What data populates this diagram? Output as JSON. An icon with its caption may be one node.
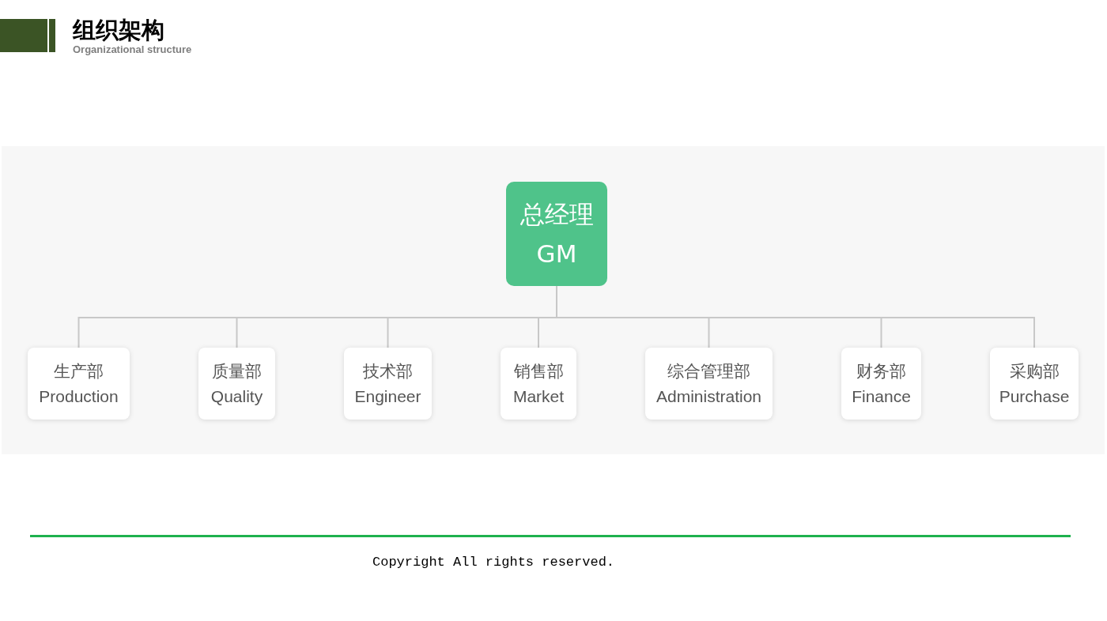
{
  "diagram": {
    "title": "组织架构",
    "nodes": [
      {
        "text": [
          "总经理",
          "GM"
        ]
      },
      {
        "text": [
          "生产部",
          "Production"
        ]
      },
      {
        "text": [
          "质量部",
          "Quality"
        ]
      },
      {
        "text": [
          "技术部",
          "Engineer"
        ]
      },
      {
        "text": [
          "销售部",
          "Market"
        ]
      },
      {
        "text": [
          "综合管理部",
          "Administration"
        ]
      },
      {
        "text": [
          "财务部",
          "Finance"
        ]
      },
      {
        "text": [
          "采购部",
          "Purchase"
        ]
      }
    ],
    "edges": [
      {
        "from": 0,
        "to": 1,
        "arrow": "none"
      },
      {
        "from": 0,
        "to": 2,
        "arrow": "none"
      },
      {
        "from": 0,
        "to": 3,
        "arrow": "none"
      },
      {
        "from": 0,
        "to": 4,
        "arrow": "none"
      },
      {
        "from": 0,
        "to": 5,
        "arrow": "none"
      },
      {
        "from": 0,
        "to": 6,
        "arrow": "none"
      },
      {
        "from": 0,
        "to": 7,
        "arrow": "none"
      }
    ],
    "labels": [
      "Organizational structure",
      "Copyright All rights reserved."
    ]
  }
}
